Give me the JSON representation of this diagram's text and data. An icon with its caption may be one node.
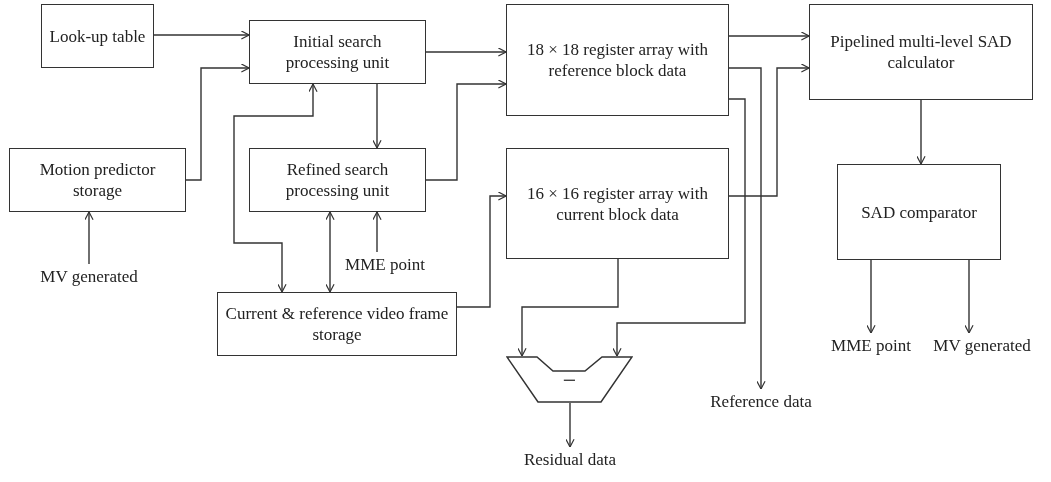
{
  "diagram": {
    "nodes": [
      {
        "text": [
          "Look-up table"
        ]
      },
      {
        "text": [
          "Initial search processing unit"
        ]
      },
      {
        "text": [
          "18 × 18 register array with reference block data"
        ]
      },
      {
        "text": [
          "Pipelined multi-level SAD calculator"
        ]
      },
      {
        "text": [
          "Motion predictor storage"
        ]
      },
      {
        "text": [
          "Refined search processing unit"
        ]
      },
      {
        "text": [
          "16 × 16 register array with current block data"
        ]
      },
      {
        "text": [
          "SAD comparator"
        ]
      },
      {
        "text": [
          "MV generated"
        ]
      },
      {
        "text": [
          "MME point"
        ]
      },
      {
        "text": [
          "Current & reference video frame storage"
        ]
      },
      {
        "text": [
          "−"
        ]
      },
      {
        "text": [
          "Reference data"
        ]
      },
      {
        "text": [
          "Residual data"
        ]
      },
      {
        "text": [
          "MME point"
        ]
      },
      {
        "text": [
          "MV generated"
        ]
      }
    ],
    "edges": [
      {
        "from": 0,
        "to": 1,
        "arrow": "to"
      },
      {
        "from": 4,
        "to": 1,
        "arrow": "to"
      },
      {
        "from": 8,
        "to": 4,
        "arrow": "to"
      },
      {
        "from": 1,
        "to": 2,
        "arrow": "to"
      },
      {
        "from": 5,
        "to": 2,
        "arrow": "to"
      },
      {
        "from": 1,
        "to": 5,
        "arrow": "to"
      },
      {
        "from": 10,
        "to": 1,
        "arrow": "both"
      },
      {
        "from": 10,
        "to": 5,
        "arrow": "both"
      },
      {
        "from": 9,
        "to": 5,
        "arrow": "to"
      },
      {
        "from": 10,
        "to": 6,
        "arrow": "to"
      },
      {
        "from": 2,
        "to": 3,
        "arrow": "to"
      },
      {
        "from": 6,
        "to": 3,
        "arrow": "to"
      },
      {
        "from": 2,
        "to": 12,
        "arrow": "to"
      },
      {
        "from": 2,
        "to": 11,
        "arrow": "to"
      },
      {
        "from": 6,
        "to": 11,
        "arrow": "to"
      },
      {
        "from": 11,
        "to": 13,
        "arrow": "to"
      },
      {
        "from": 3,
        "to": 7,
        "arrow": "to"
      },
      {
        "from": 7,
        "to": 14,
        "arrow": "to"
      },
      {
        "from": 7,
        "to": 15,
        "arrow": "to"
      }
    ]
  }
}
